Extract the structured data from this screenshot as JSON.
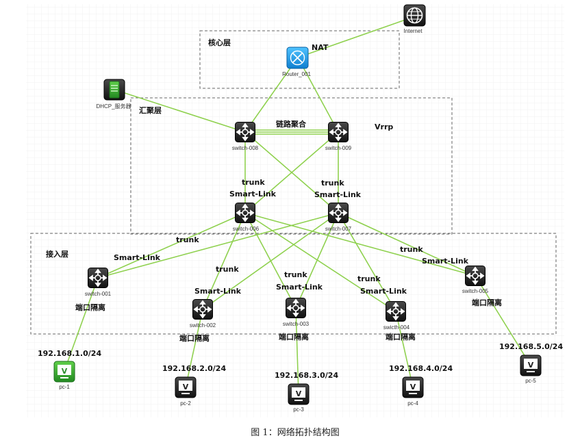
{
  "zones": {
    "core": {
      "title": "核心层"
    },
    "aggregation": {
      "title": "汇聚层"
    },
    "access": {
      "title": "接入层"
    }
  },
  "devices": {
    "internet": {
      "name": "Internet",
      "icon": "globe-icon"
    },
    "router": {
      "name": "Router_001",
      "icon": "router-icon"
    },
    "dhcp": {
      "name": "DHCP_服务器",
      "icon": "server-icon"
    },
    "sw008": {
      "name": "switch-008",
      "icon": "switch-icon"
    },
    "sw009": {
      "name": "switch-009",
      "icon": "switch-icon"
    },
    "sw006": {
      "name": "switch-006",
      "icon": "switch-icon"
    },
    "sw007": {
      "name": "switch-007",
      "icon": "switch-icon"
    },
    "sw001": {
      "name": "switch-001",
      "icon": "switch-icon"
    },
    "sw002": {
      "name": "switch-002",
      "icon": "switch-icon"
    },
    "sw003": {
      "name": "switch-003",
      "icon": "switch-icon"
    },
    "sw004": {
      "name": "swicth-004",
      "icon": "switch-icon"
    },
    "sw005": {
      "name": "switch-005",
      "icon": "switch-icon"
    },
    "pc1": {
      "name": "pc-1",
      "icon": "pc-icon-green"
    },
    "pc2": {
      "name": "pc-2",
      "icon": "pc-icon"
    },
    "pc3": {
      "name": "pc-3",
      "icon": "pc-icon"
    },
    "pc4": {
      "name": "pc-4",
      "icon": "pc-icon"
    },
    "pc5": {
      "name": "pc-5",
      "icon": "pc-icon"
    }
  },
  "labels": {
    "nat": "NAT",
    "link_agg": "链路聚合",
    "vrrp": "Vrrp",
    "trunk": "trunk",
    "smart_link": "Smart-Link",
    "port_isolation": "端口隔离",
    "subnet1": "192.168.1.0/24",
    "subnet2": "192.168.2.0/24",
    "subnet3": "192.168.3.0/24",
    "subnet4": "192.168.4.0/24",
    "subnet5": "192.168.5.0/24"
  },
  "caption": "图 1：网络拓扑结构图",
  "colors": {
    "link": "#8fd14f",
    "router": "#1e9be8",
    "server": "#3aaa35",
    "switch": "#2b2b2b",
    "pc_active": "#3aaa35",
    "pc": "#2b2b2b"
  }
}
